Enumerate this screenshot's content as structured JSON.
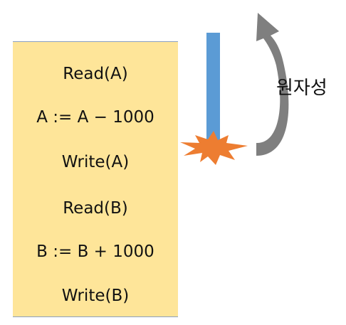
{
  "transaction": {
    "operations": [
      "Read(A)",
      "A := A − 1000",
      "Write(A)",
      "Read(B)",
      "B := B + 1000",
      "Write(B)"
    ]
  },
  "atomicity": {
    "label": "원자성"
  },
  "colors": {
    "box_fill": "#fee599",
    "box_border": "#8aa0c0",
    "progress_bar": "#5b9bd5",
    "crash_burst": "#ed7d31",
    "rollback_arrow": "#7f7f7f"
  },
  "icons": {
    "crash": "crash-burst-icon",
    "rollback": "curved-arrow-up-icon"
  }
}
